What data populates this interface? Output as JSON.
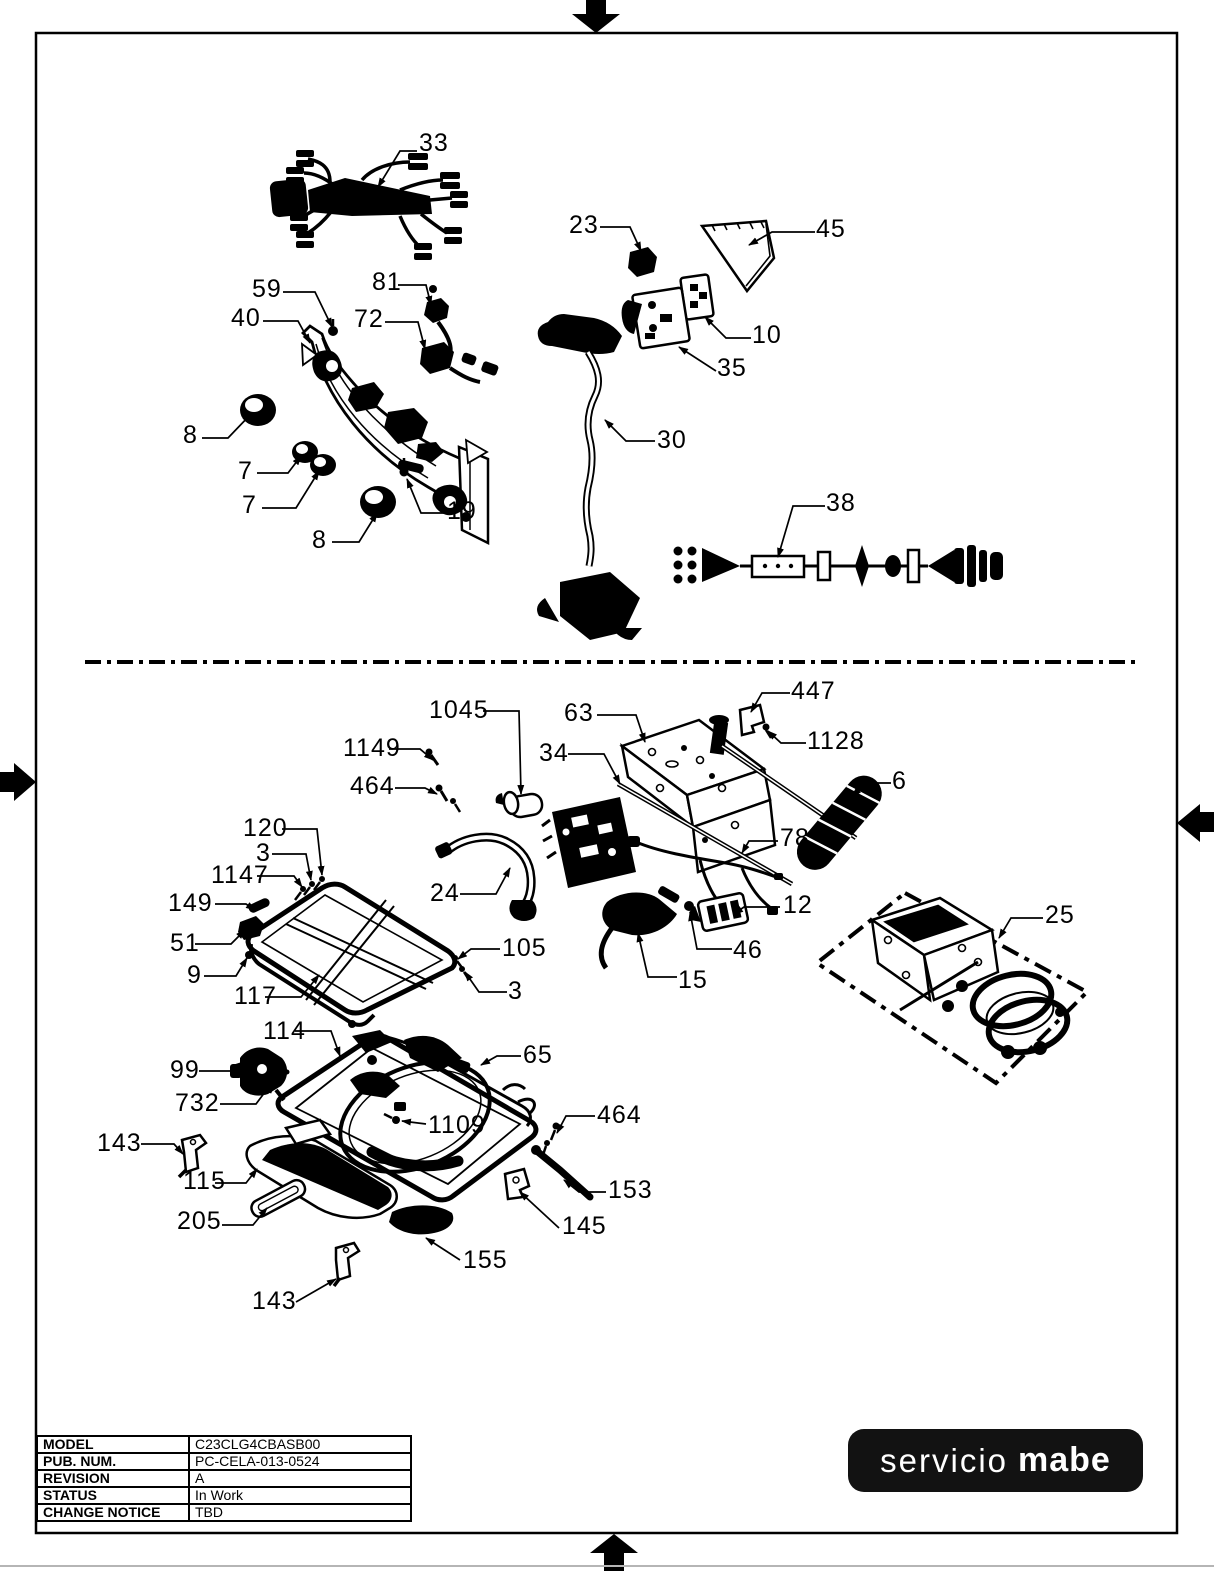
{
  "labels": {
    "c33": "33",
    "c23": "23",
    "c45": "45",
    "c59": "59",
    "c81": "81",
    "c40": "40",
    "c72": "72",
    "c10": "10",
    "c35": "35",
    "c8a": "8",
    "c7a": "7",
    "c7b": "7",
    "c19": "19",
    "c8b": "8",
    "c30": "30",
    "c38": "38",
    "c447": "447",
    "c63": "63",
    "c1128": "1128",
    "c34": "34",
    "c6": "6",
    "c78": "78",
    "c1045": "1045",
    "c1149": "1149",
    "c464a": "464",
    "c120": "120",
    "c3a": "3",
    "c1147": "1147",
    "c149": "149",
    "c51": "51",
    "c9": "9",
    "c117": "117",
    "c24": "24",
    "c105": "105",
    "c3b": "3",
    "c12": "12",
    "c46": "46",
    "c15": "15",
    "c25": "25",
    "c114": "114",
    "c99": "99",
    "c732": "732",
    "c65": "65",
    "c1109": "1109",
    "c143a": "143",
    "c115": "115",
    "c205": "205",
    "c155": "155",
    "c143b": "143",
    "c464b": "464",
    "c153": "153",
    "c145": "145"
  },
  "info_table": {
    "rows": [
      {
        "label": "MODEL",
        "value": "C23CLG4CBASB00"
      },
      {
        "label": "PUB. NUM.",
        "value": "PC-CELA-013-0524"
      },
      {
        "label": "REVISION",
        "value": "A"
      },
      {
        "label": "STATUS",
        "value": "In Work"
      },
      {
        "label": "CHANGE NOTICE",
        "value": "TBD"
      }
    ]
  },
  "logo": {
    "prefix": "servicio",
    "brand": "mabe"
  }
}
